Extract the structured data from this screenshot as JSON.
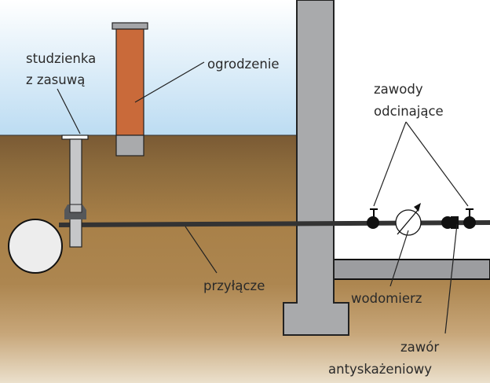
{
  "labels": {
    "well_line1": "studzienka",
    "well_line2": "z zasuwą",
    "fence": "ogrodzenie",
    "shutoff_line1": "zawody",
    "shutoff_line2": "odcinające",
    "connection": "przyłącze",
    "meter": "wodomierz",
    "backflow_line1": "zawór",
    "backflow_line2": "antyskażeniowy"
  },
  "colors": {
    "sky_top": "#ffffff",
    "sky_bottom": "#bcdcf2",
    "soil_dark": "#7a5a34",
    "soil_mid": "#a97f44",
    "soil_light": "#e8dcc6",
    "brick": "#c96a3a",
    "concrete": "#a9aaac",
    "pipe": "#333333",
    "main_pipe": "#ededed"
  }
}
